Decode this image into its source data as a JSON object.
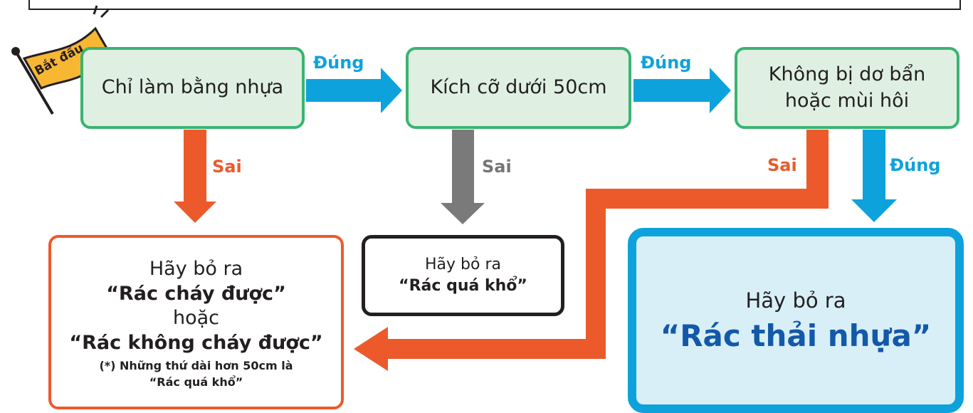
{
  "start_label": "Bắt đầu",
  "conditions": [
    {
      "text_lines": [
        "Chỉ làm bằng nhựa"
      ]
    },
    {
      "text_lines": [
        "Kích cỡ dưới 50cm"
      ]
    },
    {
      "text_lines": [
        "Không bị dơ bẩn",
        "hoặc mùi hôi"
      ]
    }
  ],
  "labels": {
    "yes": "Đúng",
    "no": "Sai"
  },
  "outcomes": {
    "burnable": {
      "line1": "Hãy bỏ ra",
      "line2": "“Rác cháy được”",
      "line3": "hoặc",
      "line4": "“Rác không cháy được”",
      "note1": "(*) Những thứ dài hơn 50cm là",
      "note2": "“Rác quá khổ”"
    },
    "oversized": {
      "line1": "Hãy bỏ ra",
      "line2": "“Rác quá khổ”"
    },
    "plastic": {
      "line1": "Hãy bỏ ra",
      "line2": "“Rác thải nhựa”"
    }
  },
  "colors": {
    "yes": "#0ea2dc",
    "no": "#ec5a2b",
    "no_gray": "#7a7a7a",
    "condition_border": "#3bb372",
    "condition_fill": "#dff0e2",
    "plastic_text": "#1459a8"
  }
}
